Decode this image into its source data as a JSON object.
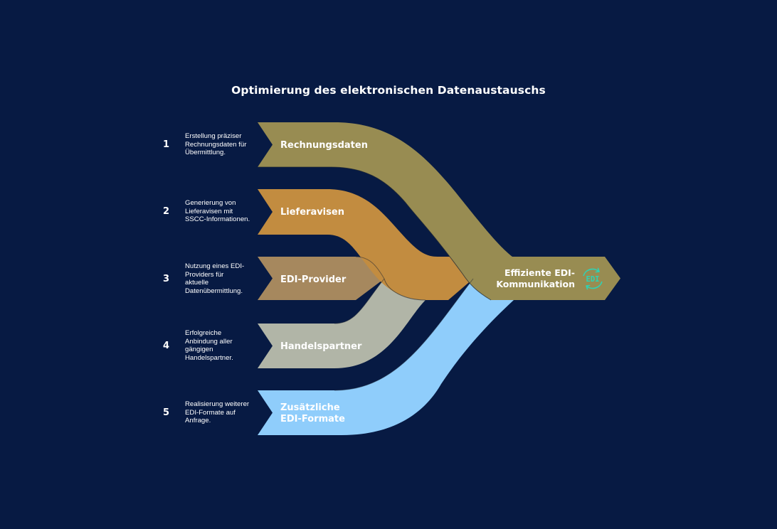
{
  "title": "Optimierung des elektronischen Datenaustauschs",
  "steps": [
    {
      "number": "1",
      "label": "Rechnungsdaten",
      "description": [
        "Erstellung präziser",
        "Rechnungsdaten für",
        "Übermittlung."
      ],
      "color": "#988c52"
    },
    {
      "number": "2",
      "label": "Lieferavisen",
      "description": [
        "Generierung von",
        "Lieferavisen mit",
        "SSCC-Informationen."
      ],
      "color": "#c28c40"
    },
    {
      "number": "3",
      "label": "EDI-Provider",
      "description": [
        "Nutzung eines EDI-",
        "Providers für",
        "aktuelle",
        "Datenübermittlung."
      ],
      "color": "#a6885e"
    },
    {
      "number": "4",
      "label": "Handelspartner",
      "description": [
        "Erfolgreiche",
        "Anbindung aller",
        "gängigen",
        "Handelspartner."
      ],
      "color": "#b1b5a7"
    },
    {
      "number": "5",
      "label": [
        "Zusätzliche",
        "EDI-Formate"
      ],
      "description": [
        "Realisierung weiterer",
        "EDI-Formate auf",
        "Anfrage."
      ],
      "color": "#8fcdfb"
    }
  ],
  "target": {
    "label": [
      "Effiziente EDI-",
      "Kommunikation"
    ],
    "icon_text": "EDI",
    "icon": "edi-cycle-icon",
    "color": "#988c52",
    "icon_color": "#2fd2b4"
  },
  "background": "#071a43"
}
